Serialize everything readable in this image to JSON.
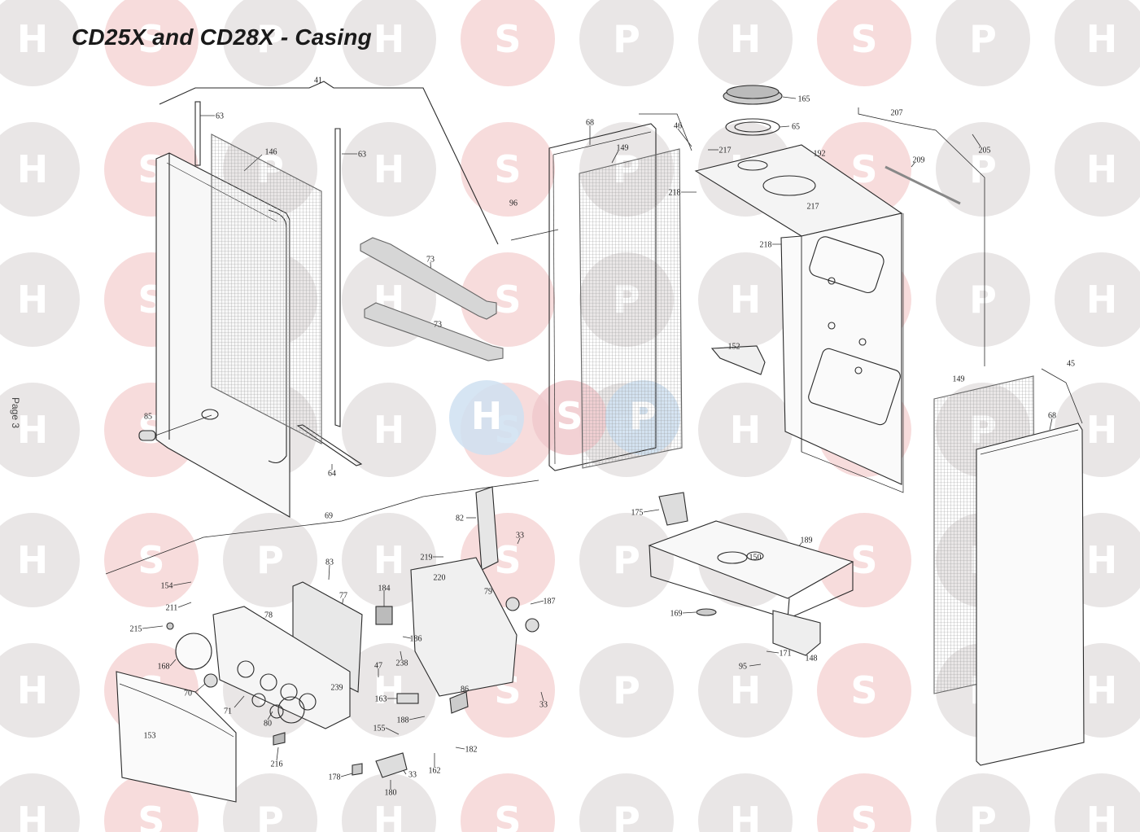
{
  "title": "CD25X and CD28X - Casing",
  "page_label": "Page 3",
  "watermark": {
    "letters": [
      "H",
      "S",
      "P"
    ],
    "colors": {
      "grey": "#e9e6e6",
      "pink": "#f7dcdc",
      "center_blue": "#cfe0f1",
      "center_pink": "#f0c9cd",
      "text": "#ffffff"
    }
  },
  "colors": {
    "line": "#2a2a2a",
    "mesh": "#9a9a9a",
    "panel": "#f6f6f6",
    "pad": "#d6d6d6"
  },
  "callouts": [
    "41",
    "63",
    "146",
    "63",
    "73",
    "73",
    "85",
    "64",
    "69",
    "68",
    "46",
    "149",
    "96",
    "165",
    "65",
    "217",
    "192",
    "218",
    "217",
    "218",
    "152",
    "207",
    "205",
    "209",
    "149",
    "45",
    "68",
    "175",
    "189",
    "150",
    "169",
    "171",
    "148",
    "95",
    "82",
    "33",
    "219",
    "220",
    "79",
    "187",
    "83",
    "77",
    "184",
    "154",
    "211",
    "78",
    "215",
    "186",
    "238",
    "47",
    "168",
    "70",
    "71",
    "80",
    "239",
    "163",
    "86",
    "188",
    "33",
    "153",
    "216",
    "155",
    "178",
    "180",
    "33",
    "162",
    "182"
  ]
}
